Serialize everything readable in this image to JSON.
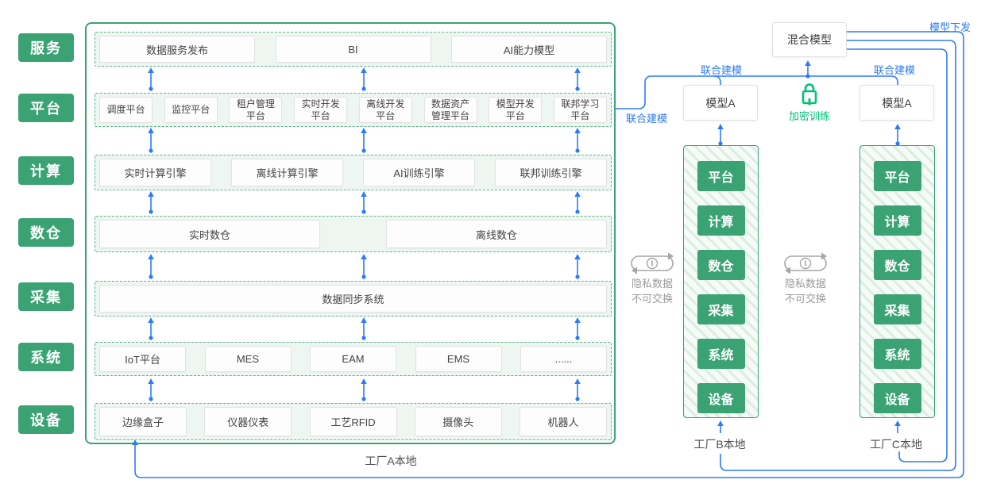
{
  "colors": {
    "green": "#3aa273",
    "green-dash": "#5fb588",
    "row-bg": "#edf6f1",
    "hatch-a": "#f6fbf8",
    "hatch-b": "#daeee3",
    "blue": "#2c7cf6",
    "lock-green": "#00c178",
    "gray-icon": "#a6a6a6",
    "gray-text": "#9b9b9b",
    "dark-text": "#4d4d4d",
    "box-border": "#e3e3e3",
    "box-bg": "#fdfdfd",
    "box-text": "#434343"
  },
  "left_labels": [
    "服务",
    "平台",
    "计算",
    "数仓",
    "采集",
    "系统",
    "设备"
  ],
  "rows": [
    {
      "items": [
        "数据服务发布",
        "BI",
        "AI能力模型"
      ]
    },
    {
      "items": [
        "调度平台",
        "监控平台",
        "租户管理平台",
        "实时开发平台",
        "离线开发平台",
        "数据资产管理平台",
        "模型开发平台",
        "联邦学习平台"
      ]
    },
    {
      "items": [
        "实时计算引擎",
        "离线计算引擎",
        "AI训练引擎",
        "联邦训练引擎"
      ]
    },
    {
      "items": [
        "实时数仓",
        "离线数仓"
      ]
    },
    {
      "items": [
        "数据同步系统"
      ]
    },
    {
      "items": [
        "IoT平台",
        "MES",
        "EAM",
        "EMS",
        "......"
      ]
    },
    {
      "items": [
        "边缘盒子",
        "仪器仪表",
        "工艺RFID",
        "摄像头",
        "机器人"
      ]
    }
  ],
  "right": {
    "mixed_model": "混合模型",
    "model_a_left": "模型A",
    "model_a_right": "模型A",
    "encrypted_training": "加密训练",
    "privacy_line1": "隐私数据",
    "privacy_line2": "不可交换",
    "stack_items": [
      "平台",
      "计算",
      "数仓",
      "采集",
      "系统",
      "设备"
    ],
    "factory_b": "工厂B本地",
    "factory_c": "工厂C本地"
  },
  "labels": {
    "factory_a": "工厂A本地",
    "joint_modeling": "联合建模",
    "model_dispatch": "模型下发"
  },
  "icons": {
    "lock": "lock-icon",
    "exchange_blocked": "no-exchange-icon"
  }
}
